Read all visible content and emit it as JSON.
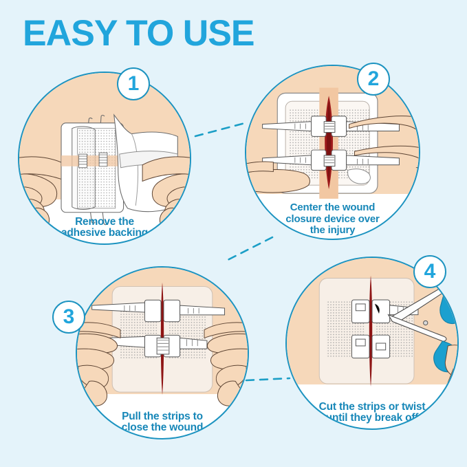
{
  "page": {
    "title": "EASY TO USE",
    "background_color": "#e4f3fa",
    "title_color": "#21a5dc",
    "caption_color": "#1787b8",
    "circle_border_color": "#1c93c0",
    "skin_color": "#f6d8ba",
    "wound_color": "#9e1a1a",
    "scissors_handle_color": "#1ba0cf"
  },
  "steps": [
    {
      "number": "1",
      "caption_lines": [
        "Remove the",
        "adhesive backing"
      ],
      "caption": "Remove the adhesive backing",
      "illustration": "hands peeling adhesive backing liner off a wound closure device"
    },
    {
      "number": "2",
      "caption_lines": [
        "Center the wound",
        "closure device over",
        "the injury"
      ],
      "caption": "Center the wound closure device over the injury",
      "illustration": "fingers centering the wound closure device over a red open wound on skin"
    },
    {
      "number": "3",
      "caption_lines": [
        "Pull the strips to",
        "close the wound"
      ],
      "caption": "Pull the strips to close the wound",
      "illustration": "two hands pulling the tension strips to draw the wound edges together"
    },
    {
      "number": "4",
      "caption_lines": [
        "Cut the strips or twist",
        "until they break off"
      ],
      "caption": "Cut the strips or twist until they break off",
      "illustration": "a hand using scissors to cut the excess strips off the closed wound"
    }
  ],
  "connectors": [
    {
      "from": "1",
      "to": "2"
    },
    {
      "from": "2",
      "to": "3"
    },
    {
      "from": "3",
      "to": "4"
    }
  ]
}
